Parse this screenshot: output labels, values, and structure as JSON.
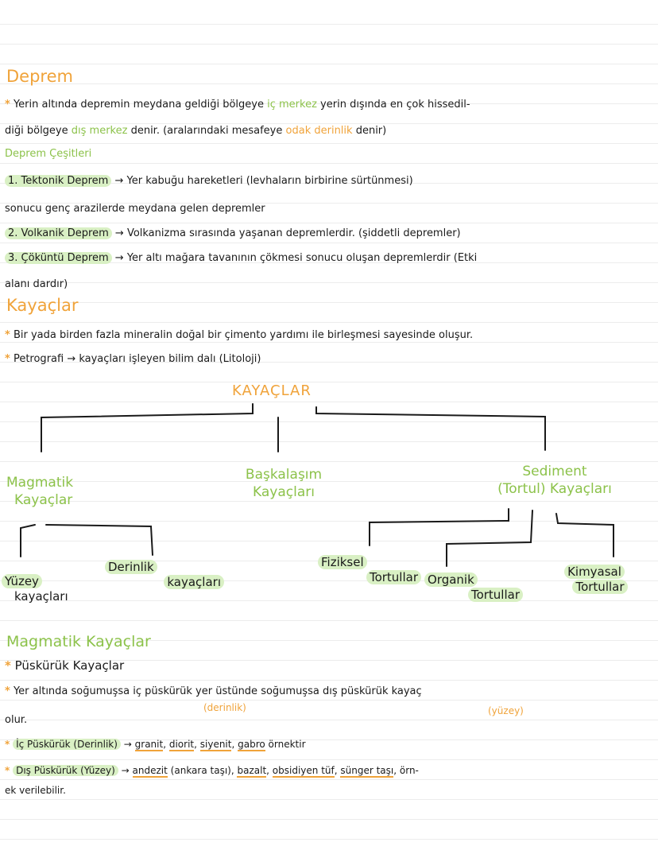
{
  "heading_deprem": "Deprem",
  "p1": {
    "bullet": "*",
    "a": "Yerin altında depremin meydana geldiği bölgeye",
    "ic": "iç merkez",
    "b": "yerin dışında en çok hissedil-",
    "c": "diği bölgeye",
    "dis": "dış merkez",
    "d": "denir. (aralarındaki mesafeye",
    "odak": "odak derinlik",
    "e": "denir)"
  },
  "heading_cesitleri": "Deprem Çeşitleri",
  "item1": {
    "label": "1. Tektonik Deprem",
    "arrow": "→",
    "text": "Yer kabuğu hareketleri (levhaların birbirine sürtünmesi)",
    "cont": "sonucu genç arazilerde meydana gelen depremler"
  },
  "item2": {
    "label": "2. Volkanik Deprem",
    "arrow": "→",
    "text": "Volkanizma sırasında yaşanan depremlerdir. (şiddetli depremler)"
  },
  "item3": {
    "label": "3. Çöküntü Deprem",
    "arrow": "→",
    "text": "Yer altı mağara tavanının çökmesi sonucu oluşan depremlerdir (Etki",
    "cont": "alanı dardır)"
  },
  "heading_kayaclar": "Kayaçlar",
  "k1": {
    "bullet": "*",
    "text": "Bir yada birden fazla mineralin doğal bir çimento yardımı ile birleşmesi sayesinde oluşur."
  },
  "k2": {
    "bullet": "*",
    "text": "Petrografi → kayaçları işleyen bilim dalı (Litoloji)"
  },
  "tree": {
    "root": "KAYAÇLAR",
    "magmatik": [
      "Magmatik",
      "Kayaçlar"
    ],
    "baskalasim": [
      "Başkalaşım",
      "Kayaçları"
    ],
    "sediment": [
      "Sediment",
      "(Tortul) Kayaçları"
    ],
    "yuzey": [
      "Yüzey",
      "kayaçları"
    ],
    "derinlik": [
      "Derinlik",
      "kayaçları"
    ],
    "fiziksel": [
      "Fiziksel",
      "Tortullar"
    ],
    "organik": [
      "Organik",
      "Tortullar"
    ],
    "kimyasal": [
      "Kimyasal",
      "Tortullar"
    ]
  },
  "heading_magmatik": "Magmatik Kayaçlar",
  "m1": {
    "bullet": "*",
    "text": "Püskürük Kayaçlar"
  },
  "m2": {
    "bullet": "*",
    "text": "Yer altında soğumuşsa iç püskürük yer üstünde soğumuşsa dış püskürük kayaç",
    "cont": "olur.",
    "note1": "(derinlik)",
    "note2": "(yüzey)"
  },
  "m3": {
    "bullet": "*",
    "label": "İç Püskürük (Derinlik)",
    "arrow": "→",
    "ex1": "granit",
    "ex2": "diorit",
    "ex3": "siyenit",
    "ex4": "gabro",
    "tail": "örnektir"
  },
  "m4": {
    "bullet": "*",
    "label": "Dış Püskürük (Yüzey)",
    "arrow": "→",
    "ex1": "andezit",
    "ex1b": "(ankara taşı),",
    "ex2": "bazalt",
    "ex3": "obsidiyen tüf",
    "ex4": "sünger taşı",
    "tail": "örn-",
    "cont": "ek verilebilir."
  }
}
